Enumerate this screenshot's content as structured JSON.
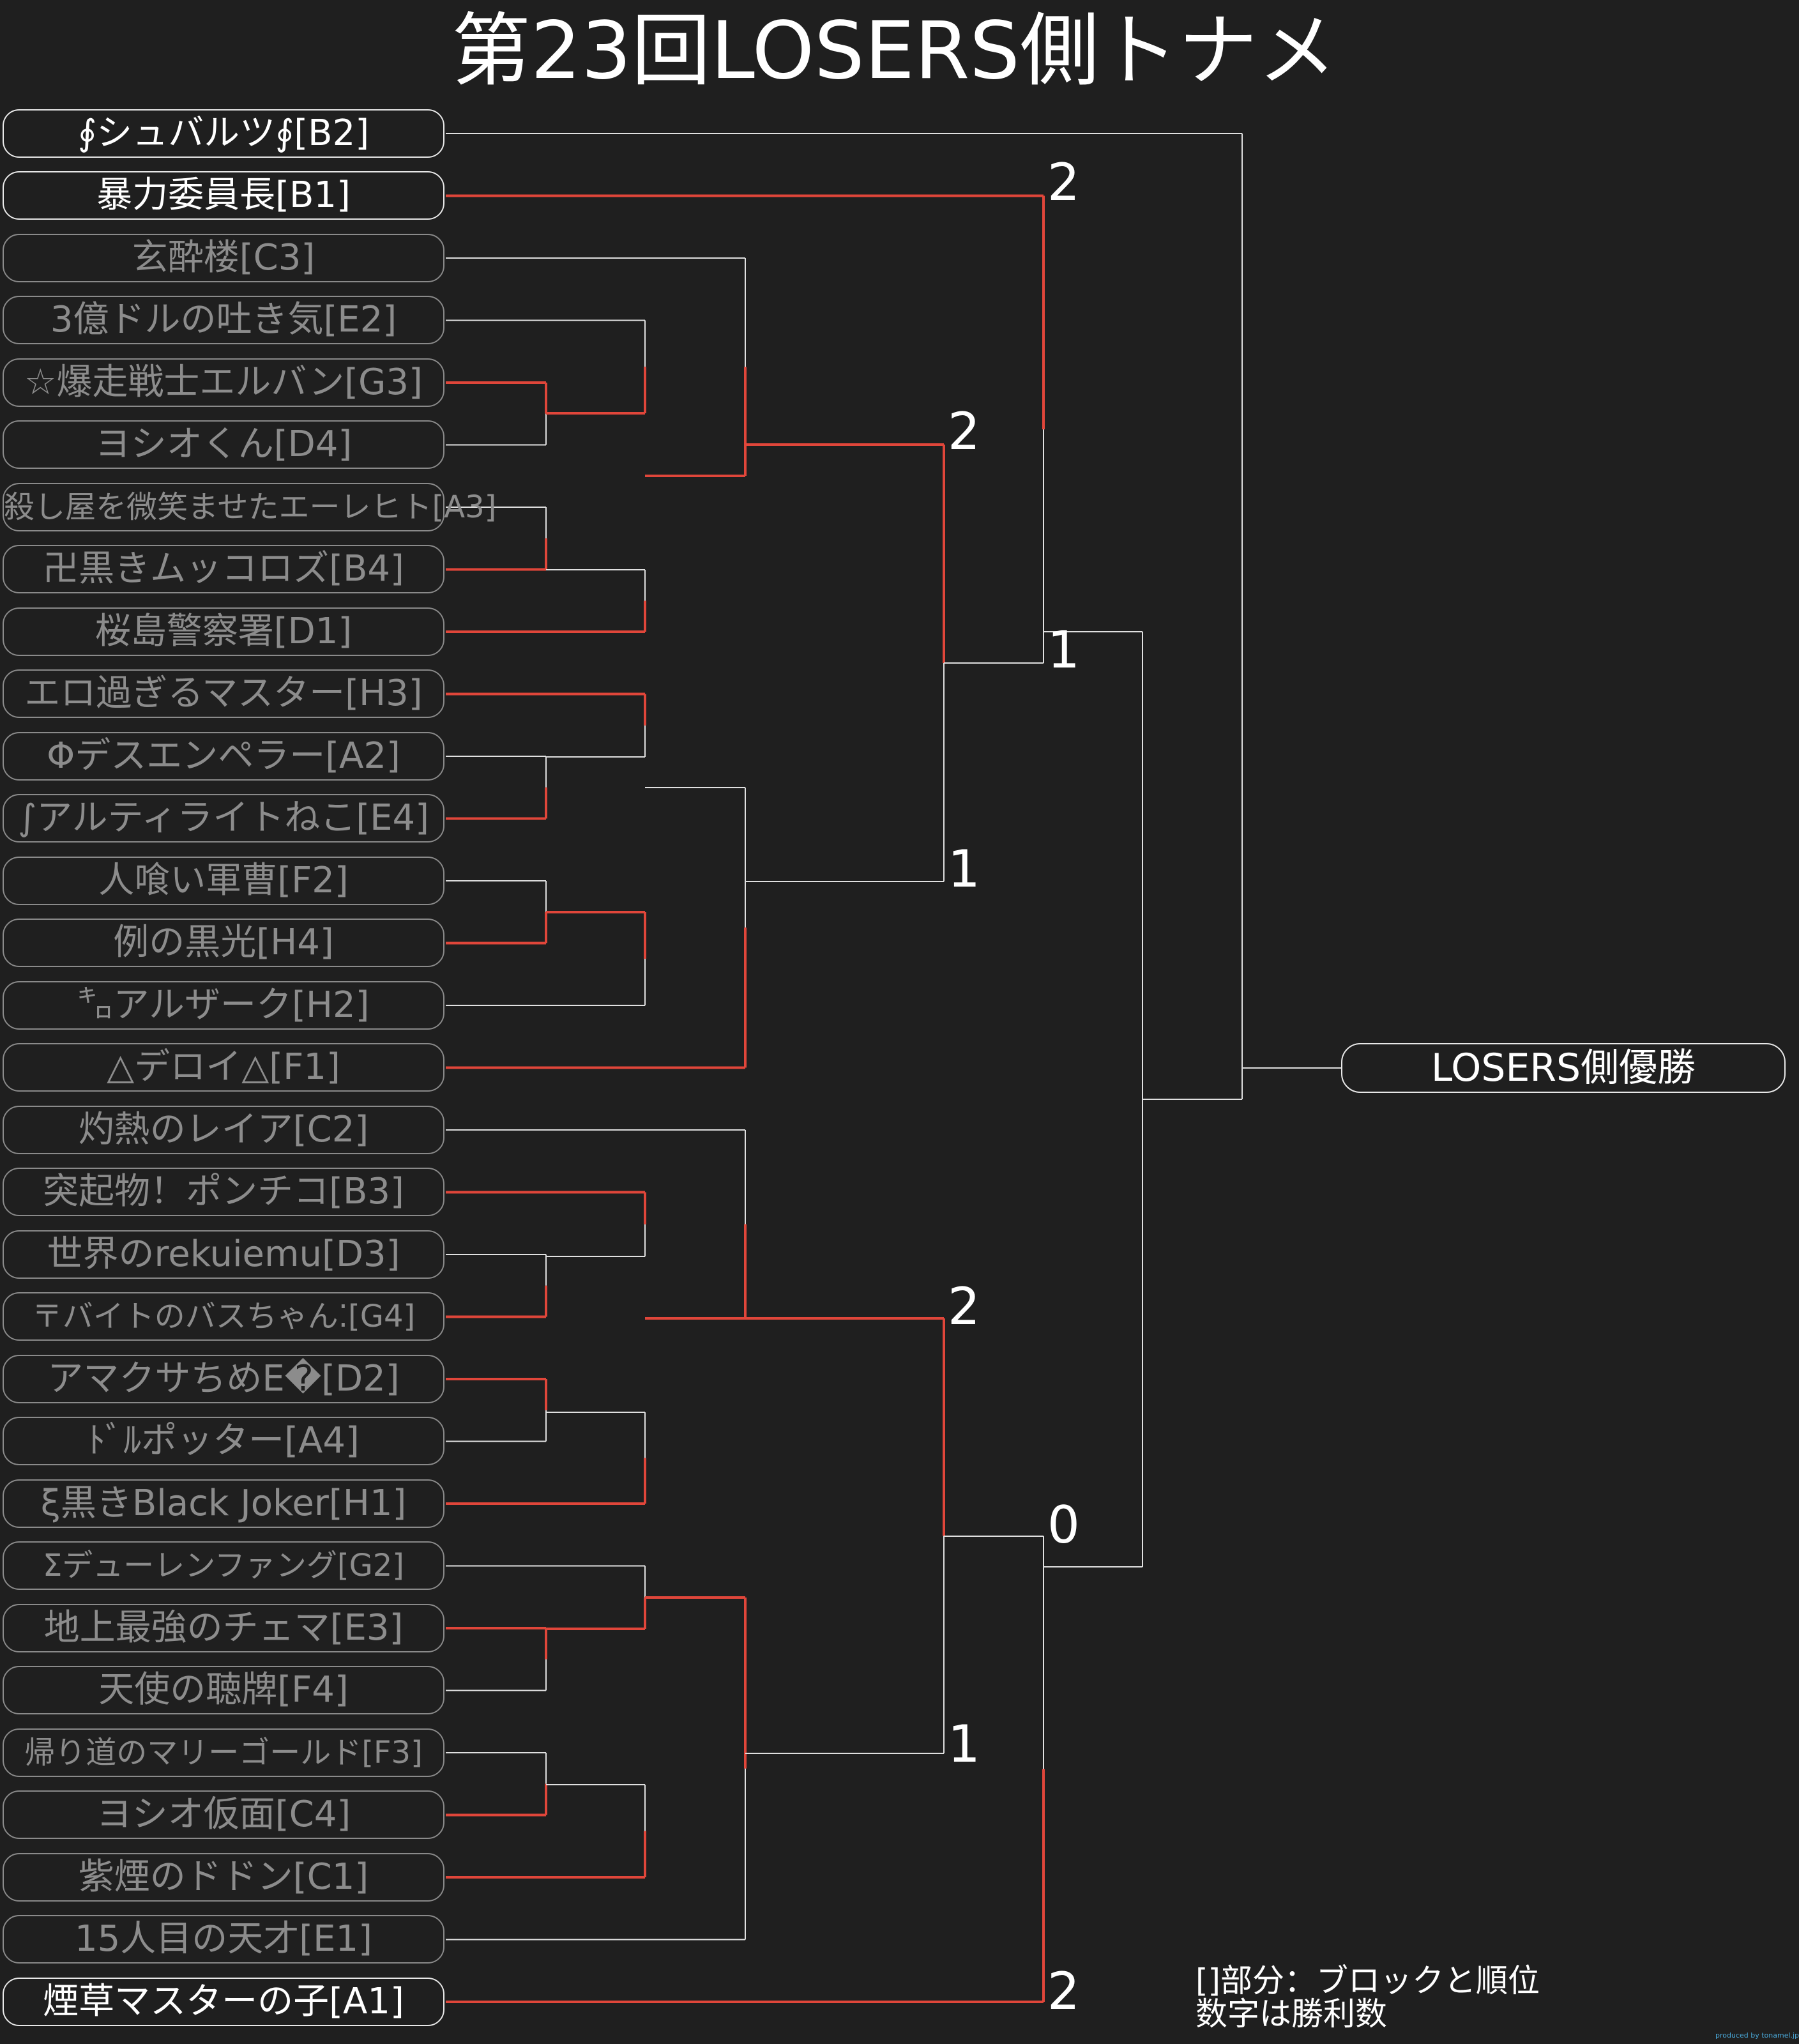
{
  "title": "第23回LOSERS側トナメ",
  "colors": {
    "background": "#1f1f1f",
    "line": "#e0e0e0",
    "winner_line": "#e0463a",
    "entry_text": "#8c8c8c",
    "highlight_text": "#ffffff"
  },
  "entries": [
    "∮シュバルツ∮[B2]",
    "暴力委員長[B1]",
    "玄酔楼[C3]",
    "3億ドルの吐き気[E2]",
    "☆爆走戦士エルバン[G3]",
    "ヨシオくん[D4]",
    "殺し屋を微笑ませたエーレヒト[A3]",
    "卍黒きムッコロズ[B4]",
    "桜島警察署[D1]",
    "エロ過ぎるマスター[H3]",
    "Φデスエンペラー[A2]",
    "∫アルティライトねこ[E4]",
    "人喰い軍曹[F2]",
    "例の黒光[H4]",
    "㌔アルザーク[H2]",
    "△デロイ△[F1]",
    "灼熱のレイア[C2]",
    "突起物！ポンチコ[B3]",
    "世界のrekuiemu[D3]",
    "〒バイトのバスちゃん⁚[G4]",
    "アマクサちめE�[D2]",
    "ﾄﾞﾙポッター[A4]",
    "ξ黒きBlack Joker[H1]",
    "Σデューレンファング[G2]",
    "地上最強のチェマ[E3]",
    "天使の聴牌[F4]",
    "帰り道のマリーゴールド[F3]",
    "ヨシオ仮面[C4]",
    "紫煙のドドン[C1]",
    "15人目の天才[E1]",
    "煙草マスターの子[A1]"
  ],
  "winner_label": "LOSERS側優勝",
  "scores": [
    "2",
    "2",
    "1",
    "1",
    "2",
    "1",
    "0",
    "2"
  ],
  "legend": {
    "line1": "[]部分：ブロックと順位",
    "line2": "数字は勝利数"
  },
  "credit": "produced by tonamel.jp"
}
